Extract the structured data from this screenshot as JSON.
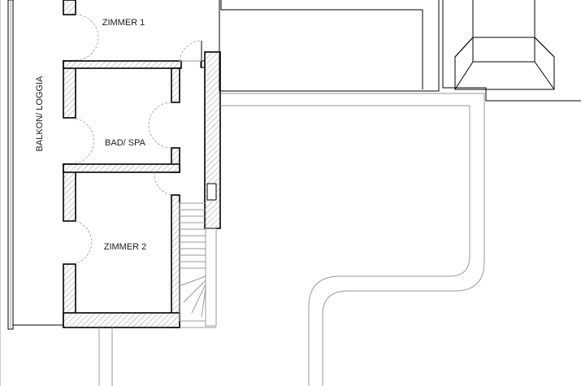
{
  "rooms": {
    "zimmer1": "ZIMMER 1",
    "bad_spa": "BAD/ SPA",
    "zimmer2": "ZIMMER 2",
    "balkon": "BALKON/ LOGGIA"
  },
  "colors": {
    "wall_line": "#000000",
    "hatch": "#8c8c8c",
    "light_line": "#9a9a9a",
    "background": "#ffffff"
  }
}
